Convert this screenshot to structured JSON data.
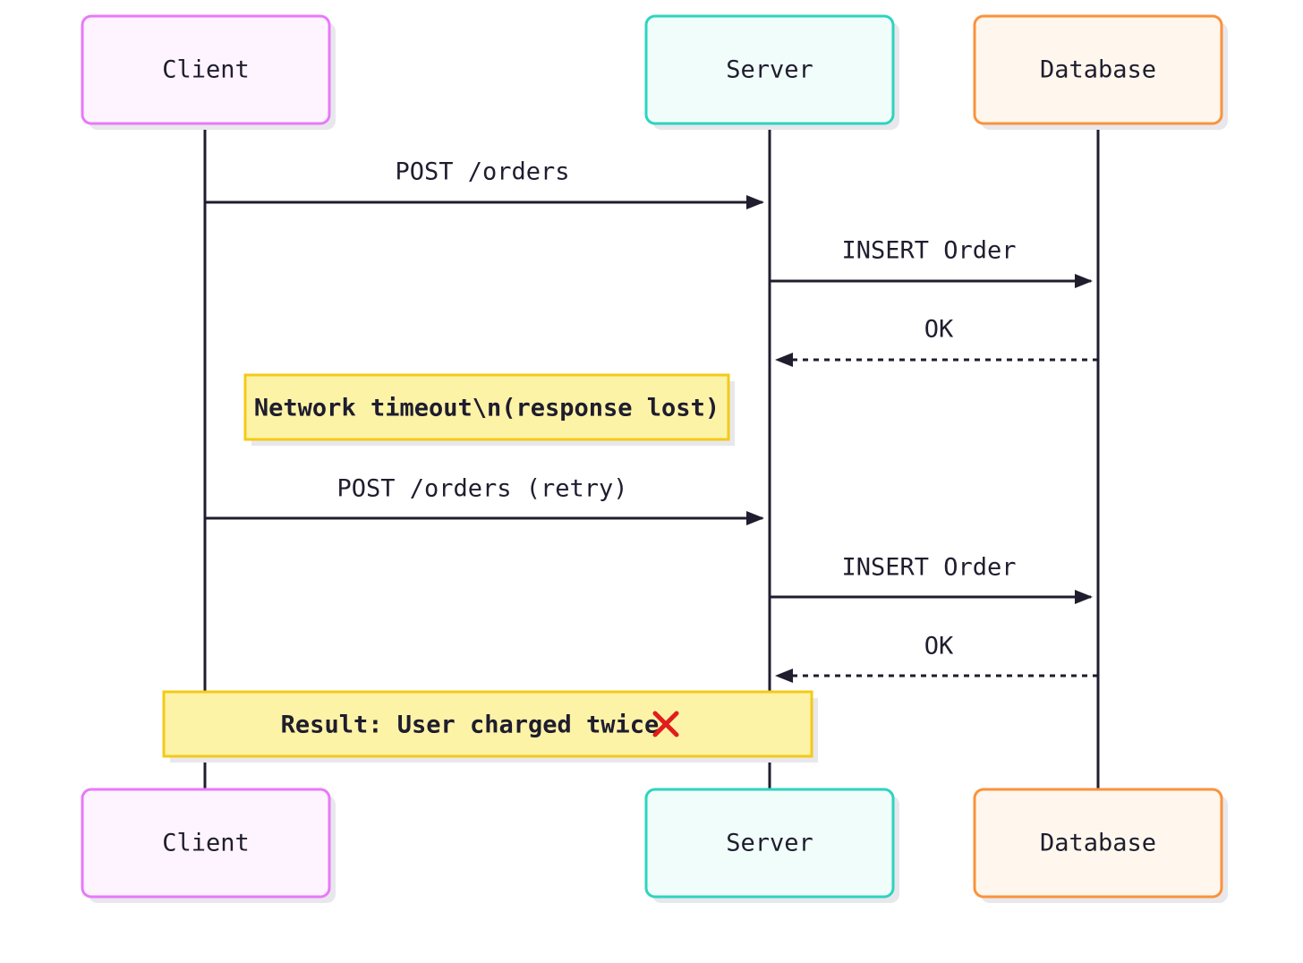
{
  "participants": [
    {
      "name": "Client",
      "border": "#e879f9",
      "fill": "#fdf4ff"
    },
    {
      "name": "Server",
      "border": "#2dd4bf",
      "fill": "#f0fdfa"
    },
    {
      "name": "Database",
      "border": "#fb923c",
      "fill": "#fff7ed"
    }
  ],
  "messages": [
    {
      "from": 0,
      "to": 1,
      "label": "POST /orders",
      "style": "solid"
    },
    {
      "from": 1,
      "to": 2,
      "label": "INSERT Order",
      "style": "solid"
    },
    {
      "from": 2,
      "to": 1,
      "label": "OK",
      "style": "dashed"
    },
    {
      "from": 0,
      "to": 1,
      "label": "POST /orders (retry)",
      "style": "solid"
    },
    {
      "from": 1,
      "to": 2,
      "label": "INSERT Order",
      "style": "solid"
    },
    {
      "from": 2,
      "to": 1,
      "label": "OK",
      "style": "dashed"
    }
  ],
  "notes": [
    {
      "text": "Network timeout\\n(response lost)",
      "icon": ""
    },
    {
      "text": "Result: User charged twice",
      "icon": "cross-mark-icon"
    }
  ],
  "colors": {
    "line": "#1f1d2e",
    "note_fill": "#fdf3a7",
    "note_border": "#f5c918",
    "shadow": "#e8e8ec",
    "error_icon": "#e11d1d"
  }
}
